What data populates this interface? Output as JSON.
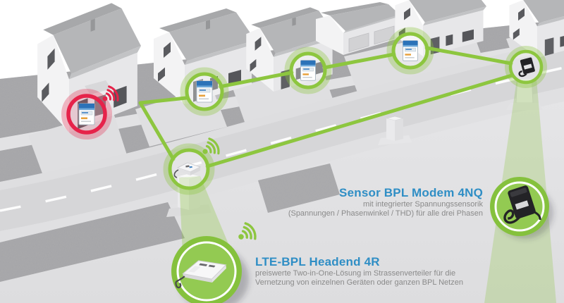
{
  "labels": {
    "sensor_modem": {
      "title": "Sensor BPL Modem 4NQ",
      "line1": "mit integrierter Spannungssensorik",
      "line2": "(Spannungen / Phasenwinkel / THD) für alle drei Phasen"
    },
    "lte_headend": {
      "title": "LTE-BPL Headend 4R",
      "line1": "preiswerte Two-in-One-Lösung im Strassenverteiler für die",
      "line2": "Vernetzung von einzelnen Geräten oder ganzen BPL Netzen"
    }
  },
  "colors": {
    "network_green": "#8dc63f",
    "alarm_red": "#e6234a",
    "title_blue": "#2f8ec5",
    "subtitle_gray": "#8a8a8a"
  },
  "icons": {
    "wifi": "wifi-signal-icon",
    "smart_meter": "smart-meter-icon",
    "headend_device": "lte-bpl-headend-device-icon",
    "sensor_device": "sensor-bpl-modem-device-icon"
  }
}
